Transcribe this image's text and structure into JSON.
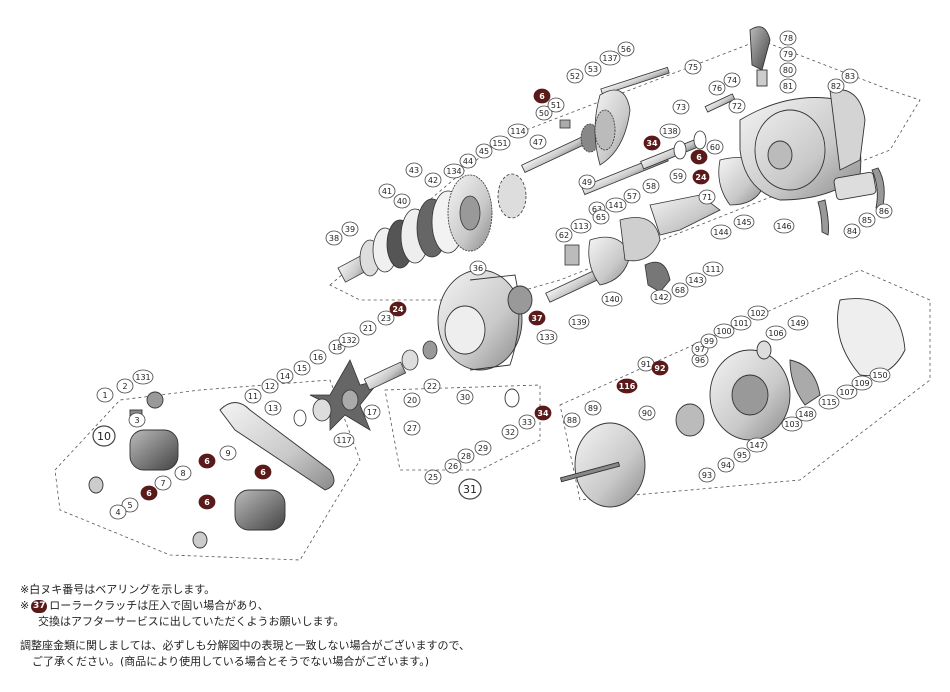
{
  "callouts_plain": [
    "1",
    "2",
    "131",
    "3",
    "5",
    "4",
    "7",
    "8",
    "9",
    "11",
    "12",
    "13",
    "14",
    "15",
    "16",
    "17",
    "18",
    "20",
    "21",
    "22",
    "23",
    "25",
    "26",
    "27",
    "28",
    "29",
    "30",
    "32",
    "33",
    "36",
    "38",
    "39",
    "40",
    "41",
    "42",
    "43",
    "44",
    "45",
    "47",
    "49",
    "50",
    "51",
    "52",
    "53",
    "56",
    "57",
    "58",
    "59",
    "60",
    "62",
    "63",
    "65",
    "68",
    "71",
    "72",
    "73",
    "74",
    "75",
    "76",
    "78",
    "79",
    "80",
    "81",
    "82",
    "83",
    "84",
    "85",
    "86",
    "88",
    "89",
    "90",
    "91",
    "93",
    "94",
    "95",
    "96",
    "97",
    "99",
    "100",
    "101",
    "102",
    "103",
    "106",
    "107",
    "109",
    "111",
    "113",
    "114",
    "115",
    "117",
    "132",
    "133",
    "134",
    "137",
    "138",
    "139",
    "140",
    "141",
    "142",
    "143",
    "144",
    "145",
    "146",
    "147",
    "148",
    "149",
    "150",
    "151"
  ],
  "callouts_bearing": [
    "6",
    "24",
    "34",
    "37",
    "92",
    "116"
  ],
  "group_labels": [
    "10",
    "31"
  ],
  "notes": {
    "line1": "※白ヌキ番号はベアリングを示します。",
    "line2_prefix": "※",
    "line2_badge": "37",
    "line2_text": "ローラークラッチは圧入で固い場合があり、",
    "line3": "交換はアフターサービスに出していただくようお願いします。",
    "line4": "調整座金類に関しましては、必ずしも分解図中の表現と一致しない場合がございますので、",
    "line5": "ご了承ください。(商品により使用している場合とそうでない場合がございます。)"
  },
  "colors": {
    "bearing_badge": "#5a1a1a",
    "line": "#333333",
    "part_fill": "#e6e6e6",
    "part_dark": "#6a6a6a"
  }
}
